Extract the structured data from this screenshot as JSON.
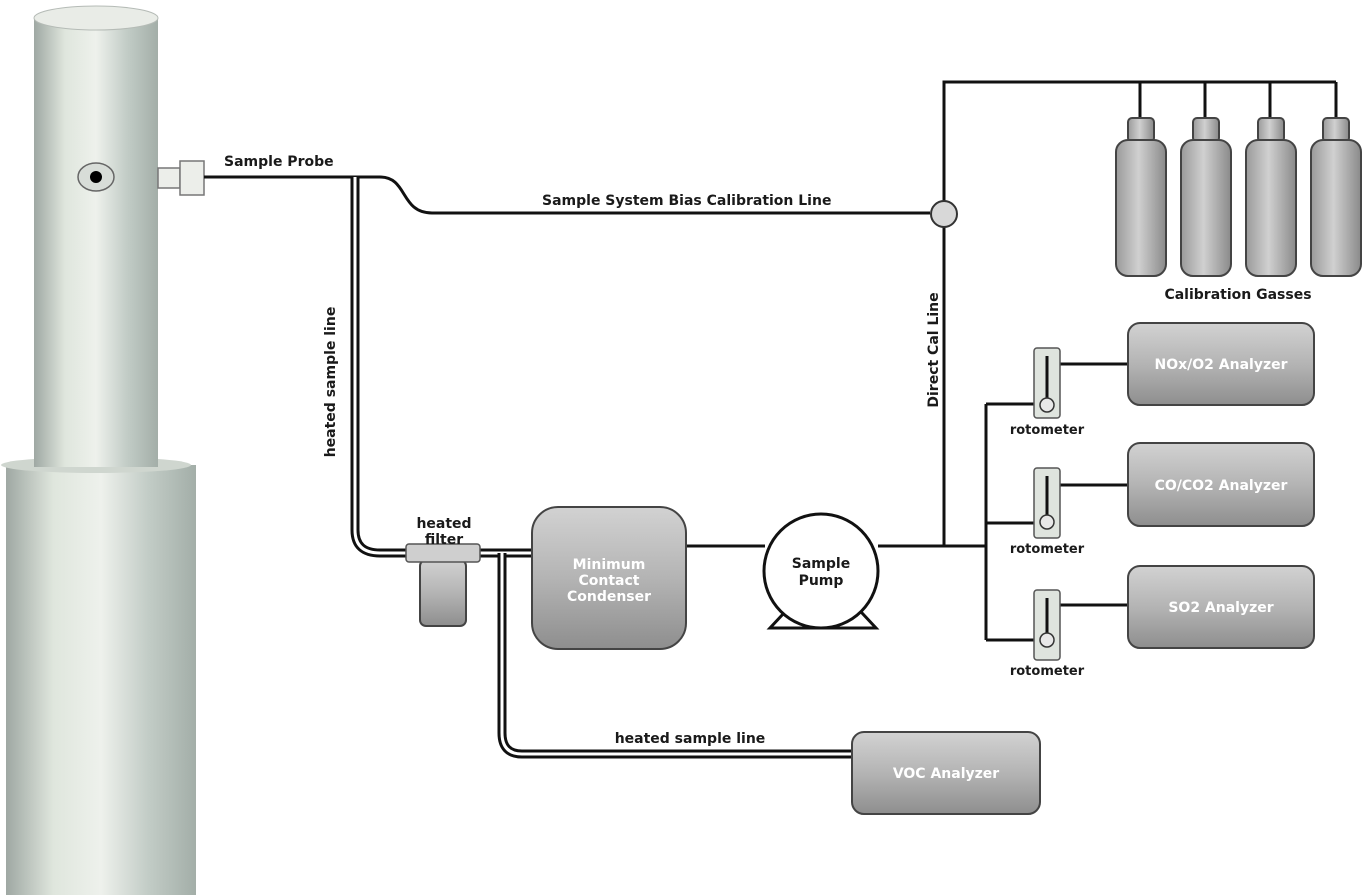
{
  "labels": {
    "sample_probe": "Sample Probe",
    "bias_line": "Sample System Bias Calibration Line",
    "calibration_gasses": "Calibration Gasses",
    "heated_sample_line_vertical": "heated sample line",
    "direct_cal_line": "Direct Cal Line",
    "heated_filter_line1": "heated",
    "heated_filter_line2": "filter",
    "condenser_line1": "Minimum",
    "condenser_line2": "Contact",
    "condenser_line3": "Condenser",
    "pump_line1": "Sample",
    "pump_line2": "Pump",
    "rotometer_1": "rotometer",
    "rotometer_2": "rotometer",
    "rotometer_3": "rotometer",
    "nox_analyzer": "NOx/O2 Analyzer",
    "co_analyzer": "CO/CO2 Analyzer",
    "so2_analyzer": "SO2 Analyzer",
    "heated_sample_line_horizontal": "heated sample line",
    "voc_analyzer": "VOC Analyzer"
  },
  "colors": {
    "stack_light": "#e4ede2",
    "stack_dark": "#a9b5ad",
    "box_light": "#c6c6c6",
    "box_dark": "#8c8c8c",
    "line": "#111111"
  }
}
